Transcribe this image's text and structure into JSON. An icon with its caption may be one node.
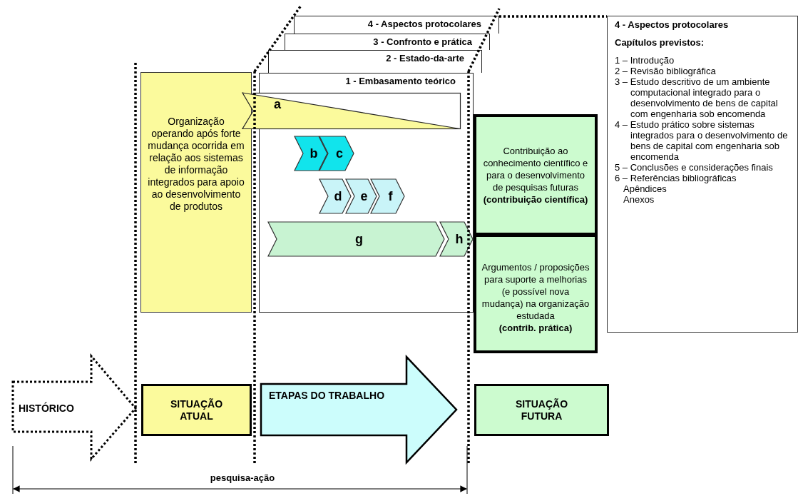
{
  "diagram": {
    "nodes": [
      {
        "text": [
          "Organização operando após forte mudança ocorrida em relação aos sistemas de informação integrados para apoio ao desenvolvimento de produtos"
        ]
      },
      {
        "text": [
          "4 - Aspectos protocolares"
        ]
      },
      {
        "text": [
          "3 - Confronto e prática"
        ]
      },
      {
        "text": [
          "2 - Estado-da-arte"
        ]
      },
      {
        "text": [
          "1 - Embasamento teórico"
        ]
      },
      {
        "text": [
          "a"
        ]
      },
      {
        "text": [
          "b"
        ],
        "in": 4
      },
      {
        "text": [
          "c"
        ],
        "in": 4
      },
      {
        "text": [
          "d"
        ],
        "in": 4
      },
      {
        "text": [
          "e"
        ],
        "in": 4
      },
      {
        "text": [
          "f"
        ],
        "in": 4
      },
      {
        "text": [
          "g"
        ],
        "in": 4
      },
      {
        "text": [
          "h"
        ],
        "in": 4
      },
      {
        "text": [
          "Contribuição ao conhecimento científico e para o desenvolvimento de pesquisas futuras",
          "(contribuição científica)"
        ]
      },
      {
        "text": [
          "Argumentos / proposições para suporte a melhorias (e possível nova mudança) na organização estudada",
          "(contrib. prática)"
        ]
      },
      {
        "text": [
          "4 - Aspectos protocolares",
          "Capítulos previstos:",
          "1 – Introdução",
          "2 – Revisão bibliográfica",
          "3 – Estudo descritivo de um ambiente computacional integrado para o desenvolvimento de bens de capital com engenharia sob encomenda",
          "4 – Estudo prático sobre sistemas integrados para o desenvolvimento de bens de capital com engenharia sob encomenda",
          "5 – Conclusões e considerações finais",
          "6 – Referências bibliográficas",
          "Apêndices",
          "Anexos"
        ]
      },
      {
        "text": [
          "HISTÓRICO"
        ]
      },
      {
        "text": [
          "SITUAÇÃO ATUAL"
        ]
      },
      {
        "text": [
          "ETAPAS DO TRABALHO"
        ]
      },
      {
        "text": [
          "SITUAÇÃO FUTURA"
        ]
      }
    ],
    "edges": [
      {
        "from": 1,
        "to": 15,
        "arrow": "none",
        "style": "dashed"
      }
    ],
    "labels": [
      "pesquisa-ação"
    ]
  }
}
